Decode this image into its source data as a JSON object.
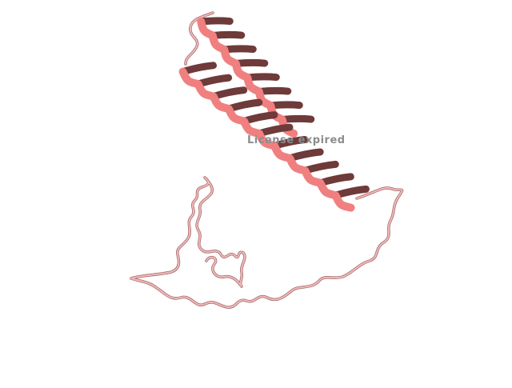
{
  "render": {
    "background": "#ffffff",
    "ribbon_color": "#f08080",
    "ribbon_shade": "#6e3a3a",
    "coil_color": "#f2b8b8",
    "coil_shade": "#a06868"
  },
  "structure": {
    "elements": [
      "alpha-helix",
      "alpha-helix",
      "random-coil"
    ]
  },
  "watermark": {
    "text": "License expired",
    "color": "#8c8c8c"
  }
}
